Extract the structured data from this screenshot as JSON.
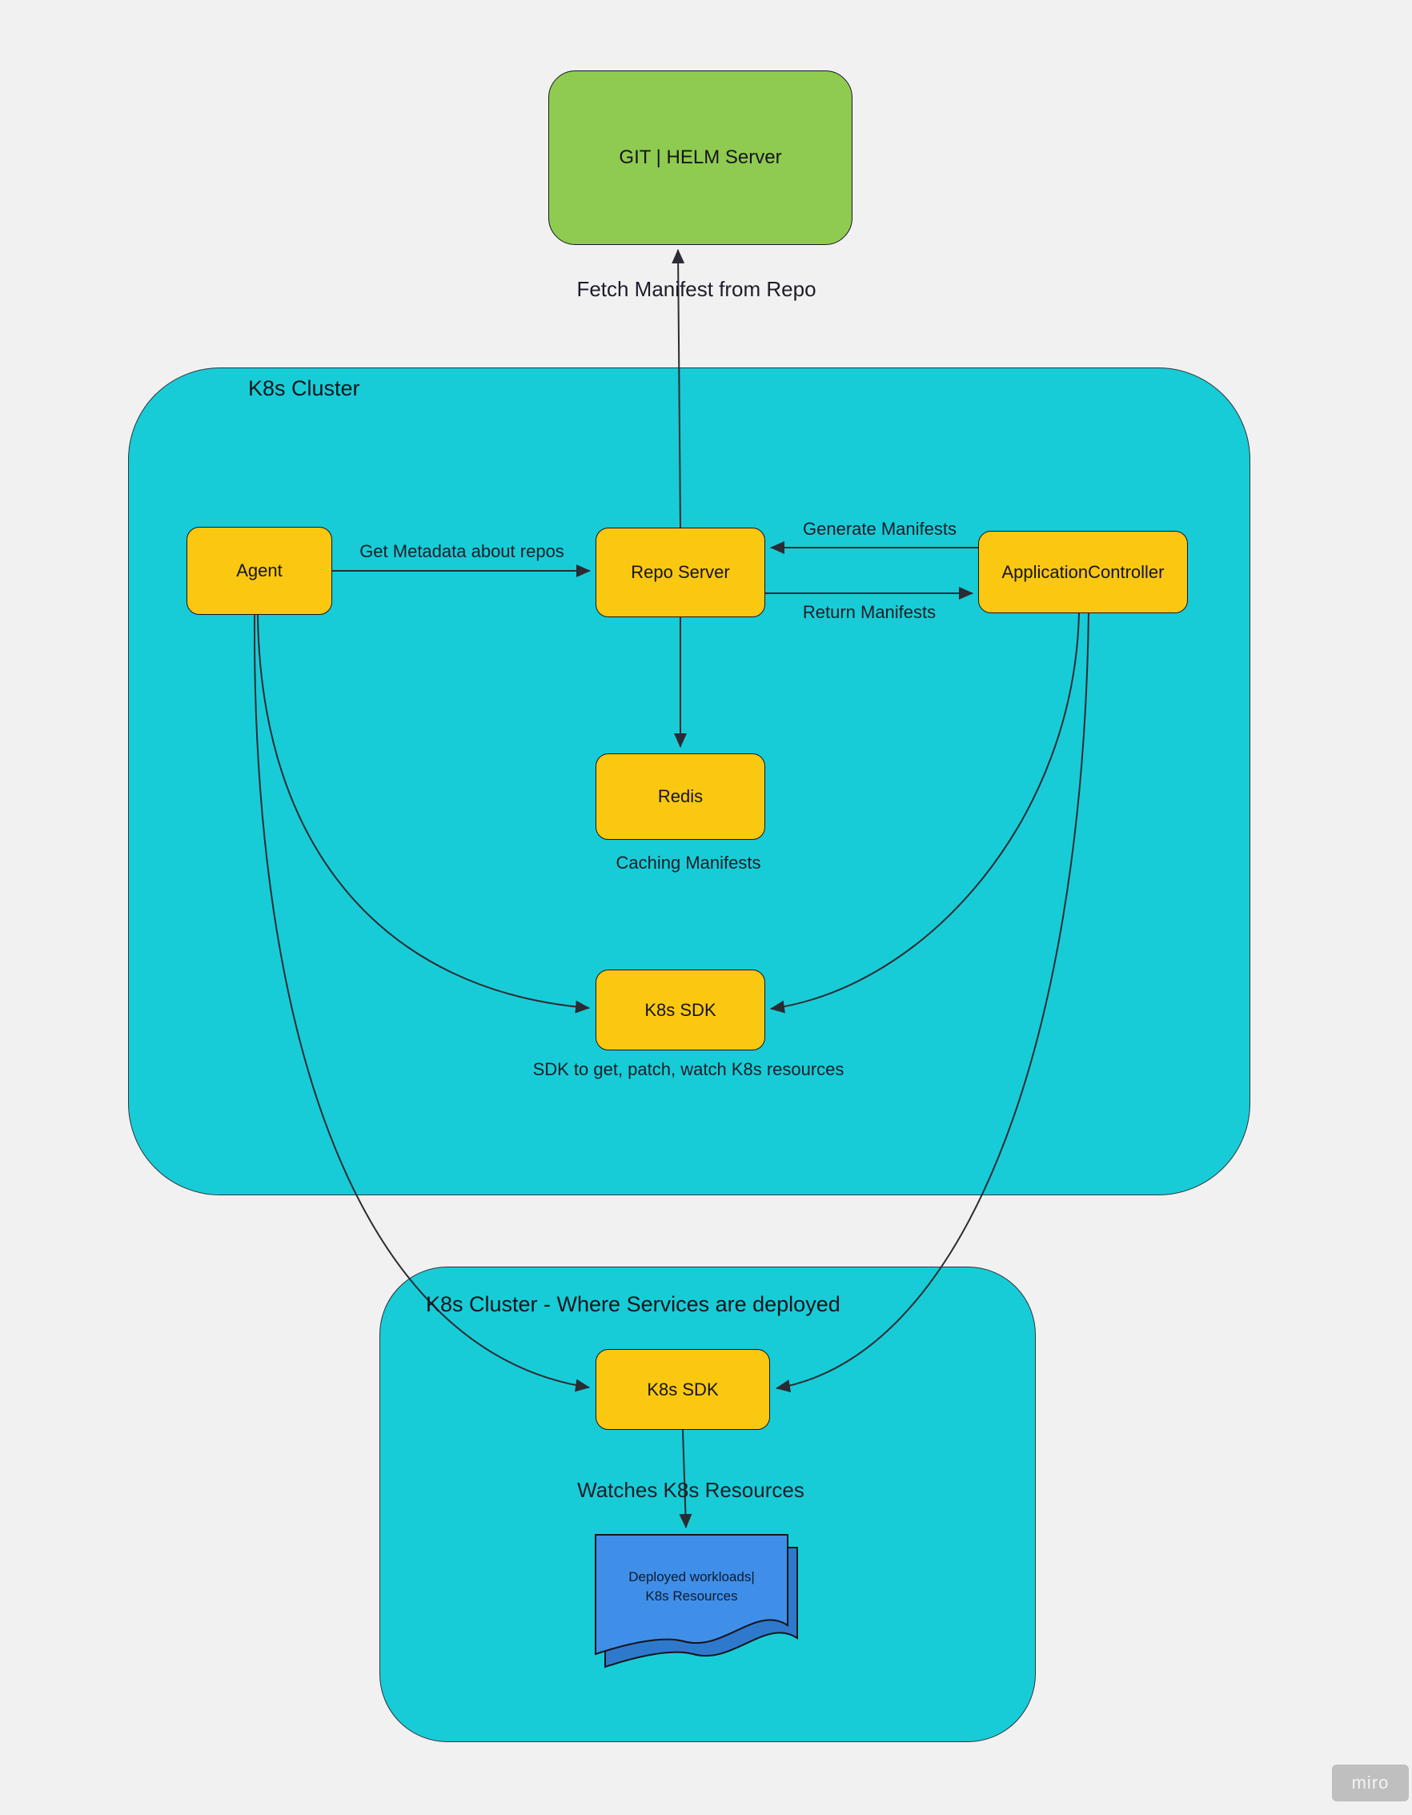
{
  "containers": {
    "cluster_main": {
      "title": "K8s Cluster"
    },
    "cluster_services": {
      "title": "K8s Cluster - Where Services are deployed"
    }
  },
  "nodes": {
    "git_helm": {
      "label": "GIT | HELM Server"
    },
    "agent": {
      "label": "Agent"
    },
    "repo_server": {
      "label": "Repo Server"
    },
    "app_controller": {
      "label": "ApplicationController"
    },
    "redis": {
      "label": "Redis"
    },
    "k8s_sdk_top": {
      "label": "K8s SDK"
    },
    "k8s_sdk_bottom": {
      "label": "K8s SDK"
    },
    "workloads_doc": {
      "line1": "Deployed workloads|",
      "line2": "K8s Resources"
    }
  },
  "edge_labels": {
    "fetch_manifest": "Fetch Manifest from Repo",
    "get_metadata": "Get Metadata about repos",
    "generate_manifests": "Generate Manifests",
    "return_manifests": "Return Manifests",
    "caching_manifests": "Caching Manifests",
    "sdk_description": "SDK to get, patch, watch K8s resources",
    "watches_resources": "Watches K8s Resources"
  },
  "watermark": {
    "label": "miro"
  },
  "colors": {
    "bg": "#f1f1f2",
    "teal": "#17ccd6",
    "yellow": "#fac711",
    "green": "#8fcb50",
    "doc-front": "#3f8fe8",
    "doc-back": "#2e79cc",
    "arrow": "#2b2b33",
    "text": "#17171f",
    "watermark-bg": "#bfbfbf",
    "watermark-text": "#f4f4f4"
  }
}
